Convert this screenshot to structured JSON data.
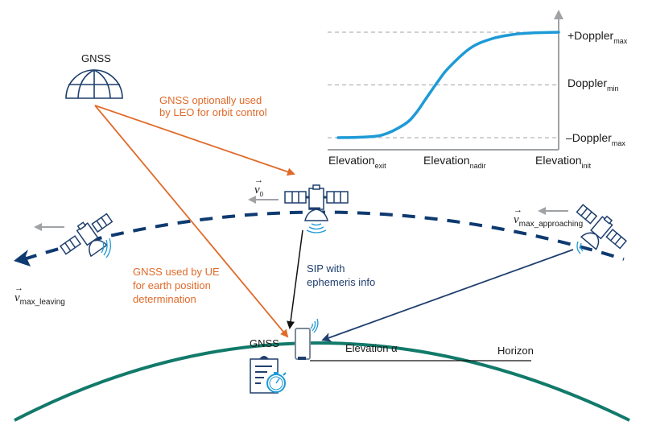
{
  "diagram": {
    "gnss_top_label": "GNSS",
    "gnss_ue_label": "GNSS",
    "annotation_gnss_leo": [
      "GNSS optionally used",
      "by LEO for orbit control"
    ],
    "annotation_gnss_ue": [
      "GNSS used by UE",
      "for earth position",
      "determination"
    ],
    "sip_label": [
      "SIP with",
      "ephemeris info"
    ],
    "elevation_label": "Elevation α",
    "horizon_label": "Horizon",
    "velocity_labels": {
      "v0": {
        "symbol": "v",
        "sub": "0"
      },
      "leaving": {
        "symbol": "v",
        "sub": "max_leaving"
      },
      "approaching": {
        "symbol": "v",
        "sub": "max_approaching"
      }
    },
    "colors": {
      "orange": "#e06a2a",
      "navy": "#1f3f6e",
      "earth": "#127a6a",
      "curve": "#1e9ad6",
      "gray": "#a0a3a6",
      "black": "#111111"
    }
  },
  "chart_data": {
    "type": "line",
    "title": "",
    "xlabel": "",
    "ylabel": "",
    "x_tick_labels": [
      {
        "main": "Elevation",
        "sub": "exit"
      },
      {
        "main": "Elevation",
        "sub": "nadir"
      },
      {
        "main": "Elevation",
        "sub": "init"
      }
    ],
    "y_tick_labels": [
      {
        "main": "+Doppler",
        "sub": "max",
        "value": 1
      },
      {
        "main": "Doppler",
        "sub": "min",
        "value": 0
      },
      {
        "main": "–Doppler",
        "sub": "max",
        "value": -1
      }
    ],
    "ylim": [
      -1,
      1
    ],
    "xlim": [
      0,
      1
    ],
    "grid": "dashed horizontal at y tick levels",
    "series": [
      {
        "name": "Doppler vs elevation",
        "x": [
          0.0,
          0.1,
          0.2,
          0.3,
          0.35,
          0.4,
          0.45,
          0.5,
          0.6,
          0.7,
          0.8,
          0.9,
          1.0
        ],
        "y": [
          -1.0,
          -0.99,
          -0.95,
          -0.75,
          -0.55,
          -0.25,
          0.05,
          0.32,
          0.7,
          0.88,
          0.96,
          0.99,
          1.0
        ]
      }
    ]
  }
}
